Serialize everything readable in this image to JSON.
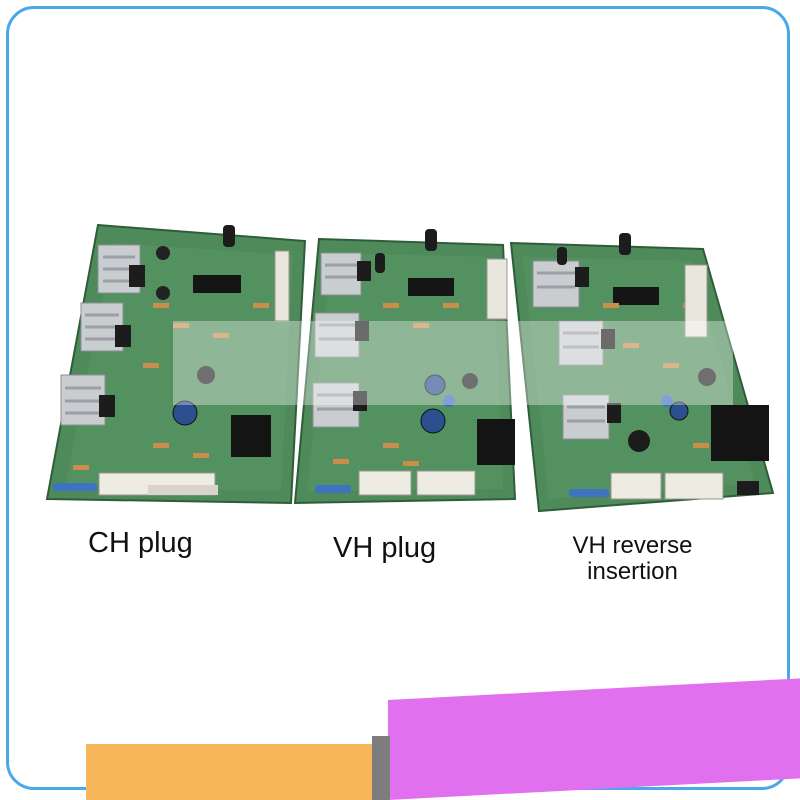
{
  "image": {
    "subject": "three-printed-circuit-boards",
    "colors": {
      "frame": "#4aa8e8",
      "board": "#4f8a5a",
      "heatsink": "#c9cdd0",
      "band_left": "#f7b65a",
      "band_right": "#e170ee"
    }
  },
  "labels": {
    "board1": "CH plug",
    "board2": "VH plug",
    "board3_line1": "VH reverse",
    "board3_line2": "insertion"
  }
}
